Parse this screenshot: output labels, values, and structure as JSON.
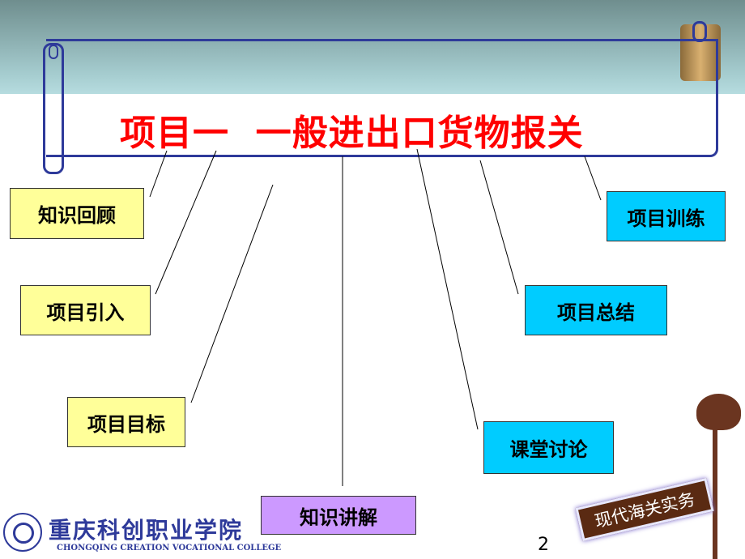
{
  "title": "项目一  一般进出口货物报关",
  "boxes": [
    {
      "label": "知识回顾",
      "color": "#ffff99"
    },
    {
      "label": "项目引入",
      "color": "#ffff99"
    },
    {
      "label": "项目目标",
      "color": "#ffff99"
    },
    {
      "label": "知识讲解",
      "color": "#cc99ff"
    },
    {
      "label": "课堂讨论",
      "color": "#00ccff"
    },
    {
      "label": "项目总结",
      "color": "#00ccff"
    },
    {
      "label": "项目训练",
      "color": "#00ccff"
    }
  ],
  "logo": {
    "cn": "重庆科创职业学院",
    "en": "CHONGQING CREATION VOCATIONAL COLLEGE"
  },
  "badge": "现代海关实务",
  "page_number": "2",
  "colors": {
    "title": "#ff0000",
    "scroll_border": "#2e3a9a"
  }
}
